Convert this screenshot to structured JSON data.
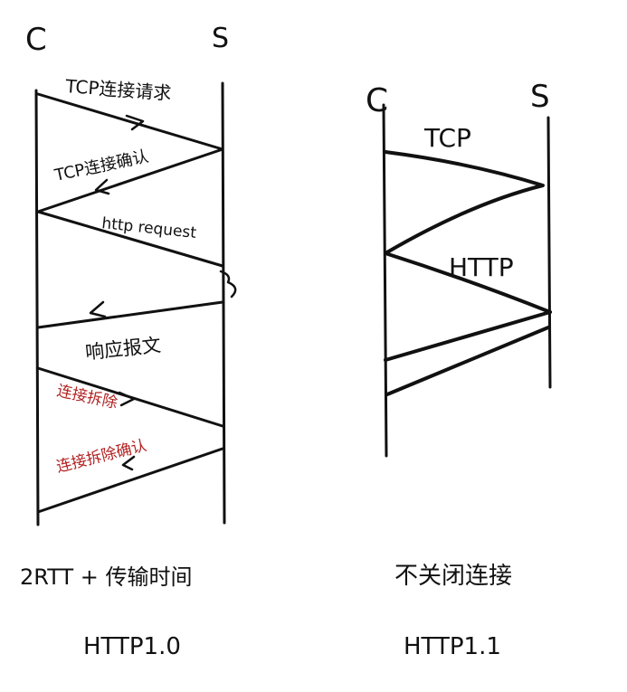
{
  "colors": {
    "ink": "#111111",
    "red_note": "#b22222",
    "background": "#ffffff"
  },
  "left": {
    "client_label": "C",
    "server_label": "S",
    "messages": {
      "tcp_request": "TCP连接请求",
      "tcp_confirm": "TCP连接确认",
      "http_request": "http request",
      "response": "响应报文",
      "teardown": "连接拆除",
      "teardown_confirm": "连接拆除确认"
    },
    "formula": "2RTT + 传输时间",
    "version": "HTTP1.0"
  },
  "right": {
    "client_label": "C",
    "server_label": "S",
    "messages": {
      "tcp": "TCP",
      "http": "HTTP"
    },
    "note": "不关闭连接",
    "version": "HTTP1.1"
  }
}
